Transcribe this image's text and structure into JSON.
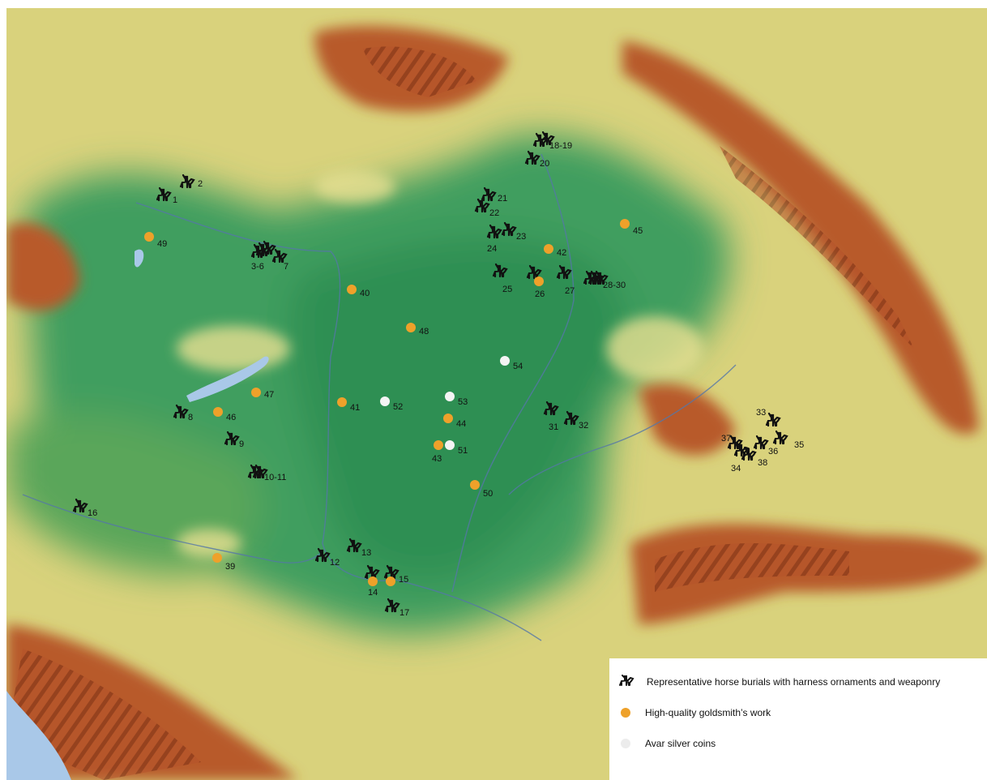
{
  "legend": {
    "horse": "Representative horse burials with harness ornaments and weaponry",
    "gold": "High-quality goldsmith’s work",
    "coin": "Avar silver coins"
  },
  "colors": {
    "lowland": "#2f9a5a",
    "upland": "#d8d27a",
    "mountain": "#b5522a",
    "water": "#a9c8e8",
    "gold_marker": "#eea12a",
    "coin_marker": "#f4f4f4",
    "horse_marker": "#111111"
  },
  "icons": {
    "horse": "horse-rider-icon",
    "gold": "orange-dot-icon",
    "coin": "white-dot-icon"
  },
  "sites": {
    "horse": [
      "1",
      "2",
      "3-6",
      "7",
      "8",
      "9",
      "10-11",
      "12",
      "13",
      "14",
      "15",
      "16",
      "17",
      "18-19",
      "20",
      "21",
      "22",
      "23",
      "24",
      "25",
      "26",
      "27",
      "28-30",
      "31",
      "32",
      "33",
      "34",
      "35",
      "36",
      "37",
      "38"
    ],
    "gold": [
      "39",
      "40",
      "41",
      "42",
      "43",
      "44",
      "45",
      "46",
      "47",
      "48",
      "49",
      "50"
    ],
    "coin": [
      "51",
      "52",
      "53",
      "54"
    ]
  }
}
